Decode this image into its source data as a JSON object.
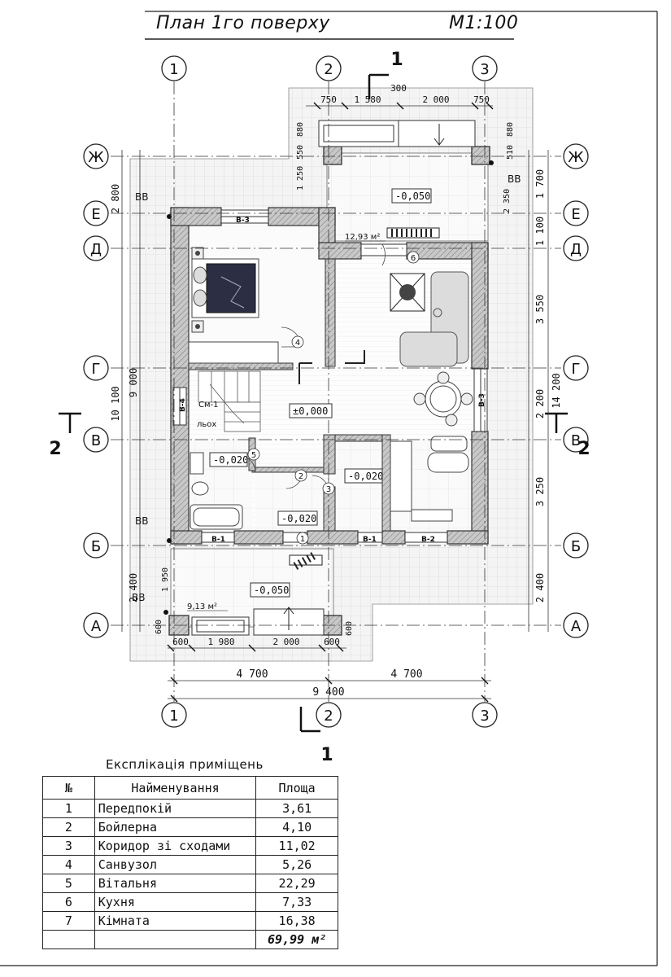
{
  "title": "План 1го поверху",
  "scale": "М1:100",
  "axes": {
    "vertical": [
      "1",
      "2",
      "3"
    ],
    "horizontal": [
      "Ж",
      "Е",
      "Д",
      "Г",
      "В",
      "Б",
      "А"
    ]
  },
  "sections": {
    "s1": "1",
    "s2": "2"
  },
  "dimensions": {
    "top": [
      "750",
      "1 580",
      "300",
      "2 000",
      "750"
    ],
    "top_small": [
      "880",
      "550",
      "1 250",
      "880",
      "510",
      "2 350"
    ],
    "bottom_row": [
      "600",
      "1 980",
      "2 000",
      "600"
    ],
    "bottom_mid": [
      "4 700",
      "4 700"
    ],
    "bottom_total": "9 400",
    "left": [
      "2 800",
      "10 100",
      "9 000",
      "2 400",
      "1 950",
      "600"
    ],
    "right": [
      "1 700",
      "1 100",
      "3 550",
      "2 200",
      "14 200",
      "3 250",
      "2 400",
      "600"
    ]
  },
  "levels": {
    "terrace_top": "-0,050",
    "terrace_bottom": "-0,050",
    "main": "±0,000",
    "bath": "-0,020",
    "boiler": "-0,020",
    "entry": "-0,020"
  },
  "areas": {
    "terrace_top": "12,93 м²",
    "terrace_bottom": "9,13 м²"
  },
  "windows": [
    "В-3",
    "В-4",
    "В-3",
    "В-1",
    "В-1",
    "В-2"
  ],
  "downpipes": [
    "ВВ",
    "ВВ",
    "ВВ",
    "ВВ"
  ],
  "stair_labels": [
    "См-1",
    "льох"
  ],
  "room_markers": [
    "1",
    "2",
    "3",
    "4",
    "5",
    "6"
  ],
  "explication": {
    "caption": "Експлікація приміщень",
    "headers": [
      "№",
      "Найменування",
      "Площа"
    ],
    "rows": [
      {
        "no": "1",
        "name": "Передпокій",
        "area": "3,61"
      },
      {
        "no": "2",
        "name": "Бойлерна",
        "area": "4,10"
      },
      {
        "no": "3",
        "name": "Коридор зі сходами",
        "area": "11,02"
      },
      {
        "no": "4",
        "name": "Санвузол",
        "area": "5,26"
      },
      {
        "no": "5",
        "name": "Вітальня",
        "area": "22,29"
      },
      {
        "no": "6",
        "name": "Кухня",
        "area": "7,33"
      },
      {
        "no": "7",
        "name": "Кімната",
        "area": "16,38"
      }
    ],
    "total": "69,99 м²"
  },
  "colors": {
    "wall": "#4a4a4a",
    "wall_fill": "#b8b8b8",
    "tile": "#c9c9c9",
    "ink": "#111111",
    "sofa": "#dcdcdc",
    "bed": "#2c2f44"
  }
}
